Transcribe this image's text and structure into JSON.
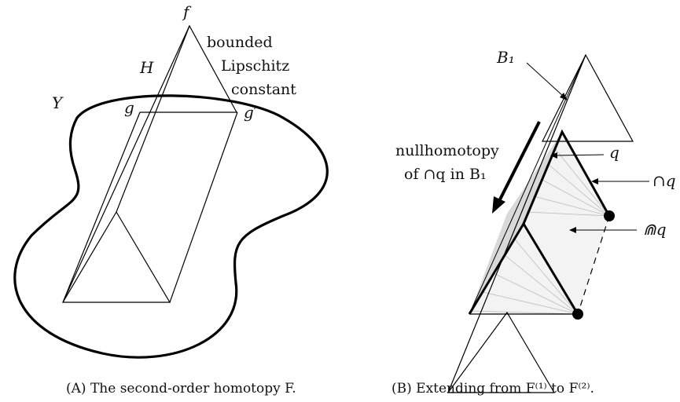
{
  "panel_a": {
    "label_f": "f",
    "label_H": "H",
    "label_Y": "Y",
    "label_g": "g",
    "label_g_prime": "g′",
    "annotation_line1": "bounded",
    "annotation_line2": "Lipschitz",
    "annotation_line3": "constant",
    "caption": "(A) The second-order homotopy F."
  },
  "panel_b": {
    "label_B1": "B₁",
    "nullhomotopy_line1": "nullhomotopy",
    "nullhomotopy_line2": "of ∩q in B₁",
    "label_q": "q",
    "label_cap_q": "∩q",
    "label_doublecap_q": "⋒q",
    "caption": "(B) Extending from F⁽¹⁾ to F⁽²⁾."
  }
}
